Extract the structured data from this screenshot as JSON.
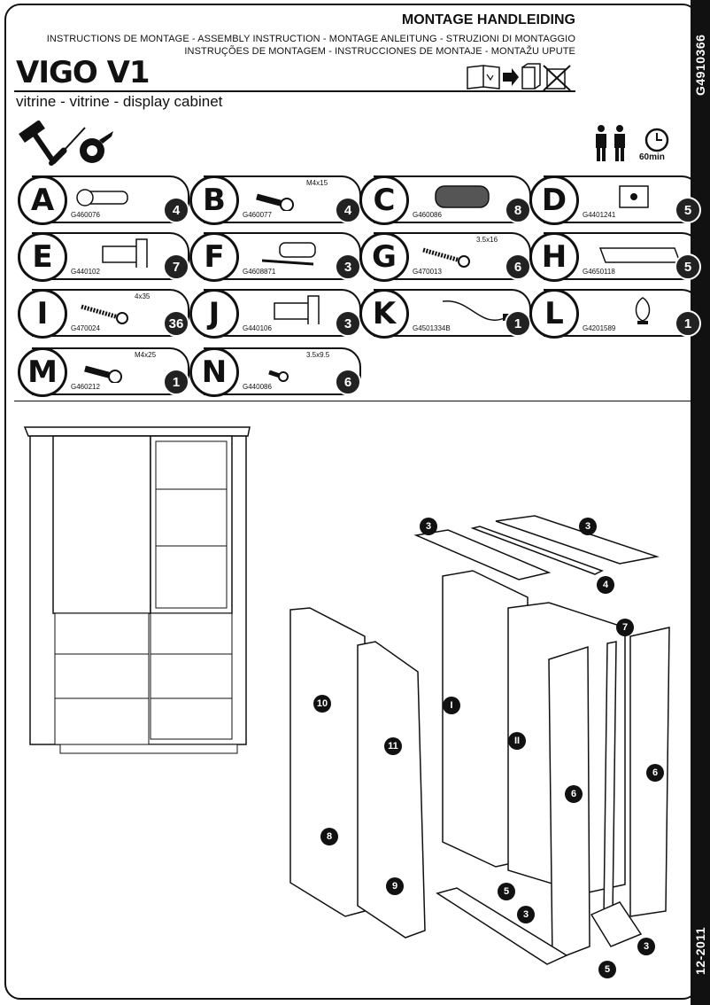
{
  "header": {
    "title": "MONTAGE HANDLEIDING",
    "languages_line1": "INSTRUCTIONS DE MONTAGE - ASSEMBLY INSTRUCTION - MONTAGE ANLEITUNG - STRUZIONI DI MONTAGGIO",
    "languages_line2": "INSTRUÇÕES DE MONTAGEM - INSTRUCCIONES DE MONTAJE - MONTAŽU UPUTE",
    "product_name": "VIGO V1",
    "product_subtitle": "vitrine - vitrine - display cabinet"
  },
  "sidebar": {
    "doc_code": "G4910366",
    "date": "12-2011"
  },
  "requirements": {
    "persons": 2,
    "time": "60min",
    "tools": [
      "hammer-icon",
      "screwdriver-icon",
      "tape-measure-icon"
    ]
  },
  "parts": [
    {
      "letter": "A",
      "code": "G460076",
      "qty": "4",
      "dim": "",
      "icon": "dowel-sleeve-icon"
    },
    {
      "letter": "B",
      "code": "G460077",
      "qty": "4",
      "dim": "M4x15",
      "icon": "bolt-icon"
    },
    {
      "letter": "C",
      "code": "G460086",
      "qty": "8",
      "dim": "",
      "icon": "wood-dowel-icon"
    },
    {
      "letter": "D",
      "code": "G4401241",
      "qty": "5",
      "dim": "",
      "icon": "hinge-plate-icon"
    },
    {
      "letter": "E",
      "code": "G440102",
      "qty": "7",
      "dim": "",
      "icon": "hinge-icon"
    },
    {
      "letter": "F",
      "code": "G4608871",
      "qty": "3",
      "dim": "",
      "icon": "push-latch-icon"
    },
    {
      "letter": "G",
      "code": "G470013",
      "qty": "6",
      "dim": "3.5x16",
      "icon": "screw-icon"
    },
    {
      "letter": "H",
      "code": "G4650118",
      "qty": "5",
      "dim": "",
      "icon": "drawer-bottom-icon"
    },
    {
      "letter": "I",
      "code": "G470024",
      "qty": "36",
      "dim": "4x35",
      "icon": "screw-icon"
    },
    {
      "letter": "J",
      "code": "G440106",
      "qty": "3",
      "dim": "",
      "icon": "hinge-icon"
    },
    {
      "letter": "K",
      "code": "G4501334B",
      "qty": "1",
      "dim": "",
      "icon": "cable-icon"
    },
    {
      "letter": "L",
      "code": "G4201589",
      "qty": "1",
      "dim": "",
      "icon": "bulb-icon"
    },
    {
      "letter": "M",
      "code": "G460212",
      "qty": "1",
      "dim": "M4x25",
      "icon": "bolt-icon"
    },
    {
      "letter": "N",
      "code": "G440086",
      "qty": "6",
      "dim": "3.5x9.5",
      "icon": "short-screw-icon"
    }
  ],
  "exploded_view": {
    "labels": [
      "3",
      "3",
      "4",
      "7",
      "I",
      "II",
      "6",
      "6",
      "10",
      "11",
      "8",
      "9",
      "5",
      "3",
      "3",
      "5"
    ]
  }
}
